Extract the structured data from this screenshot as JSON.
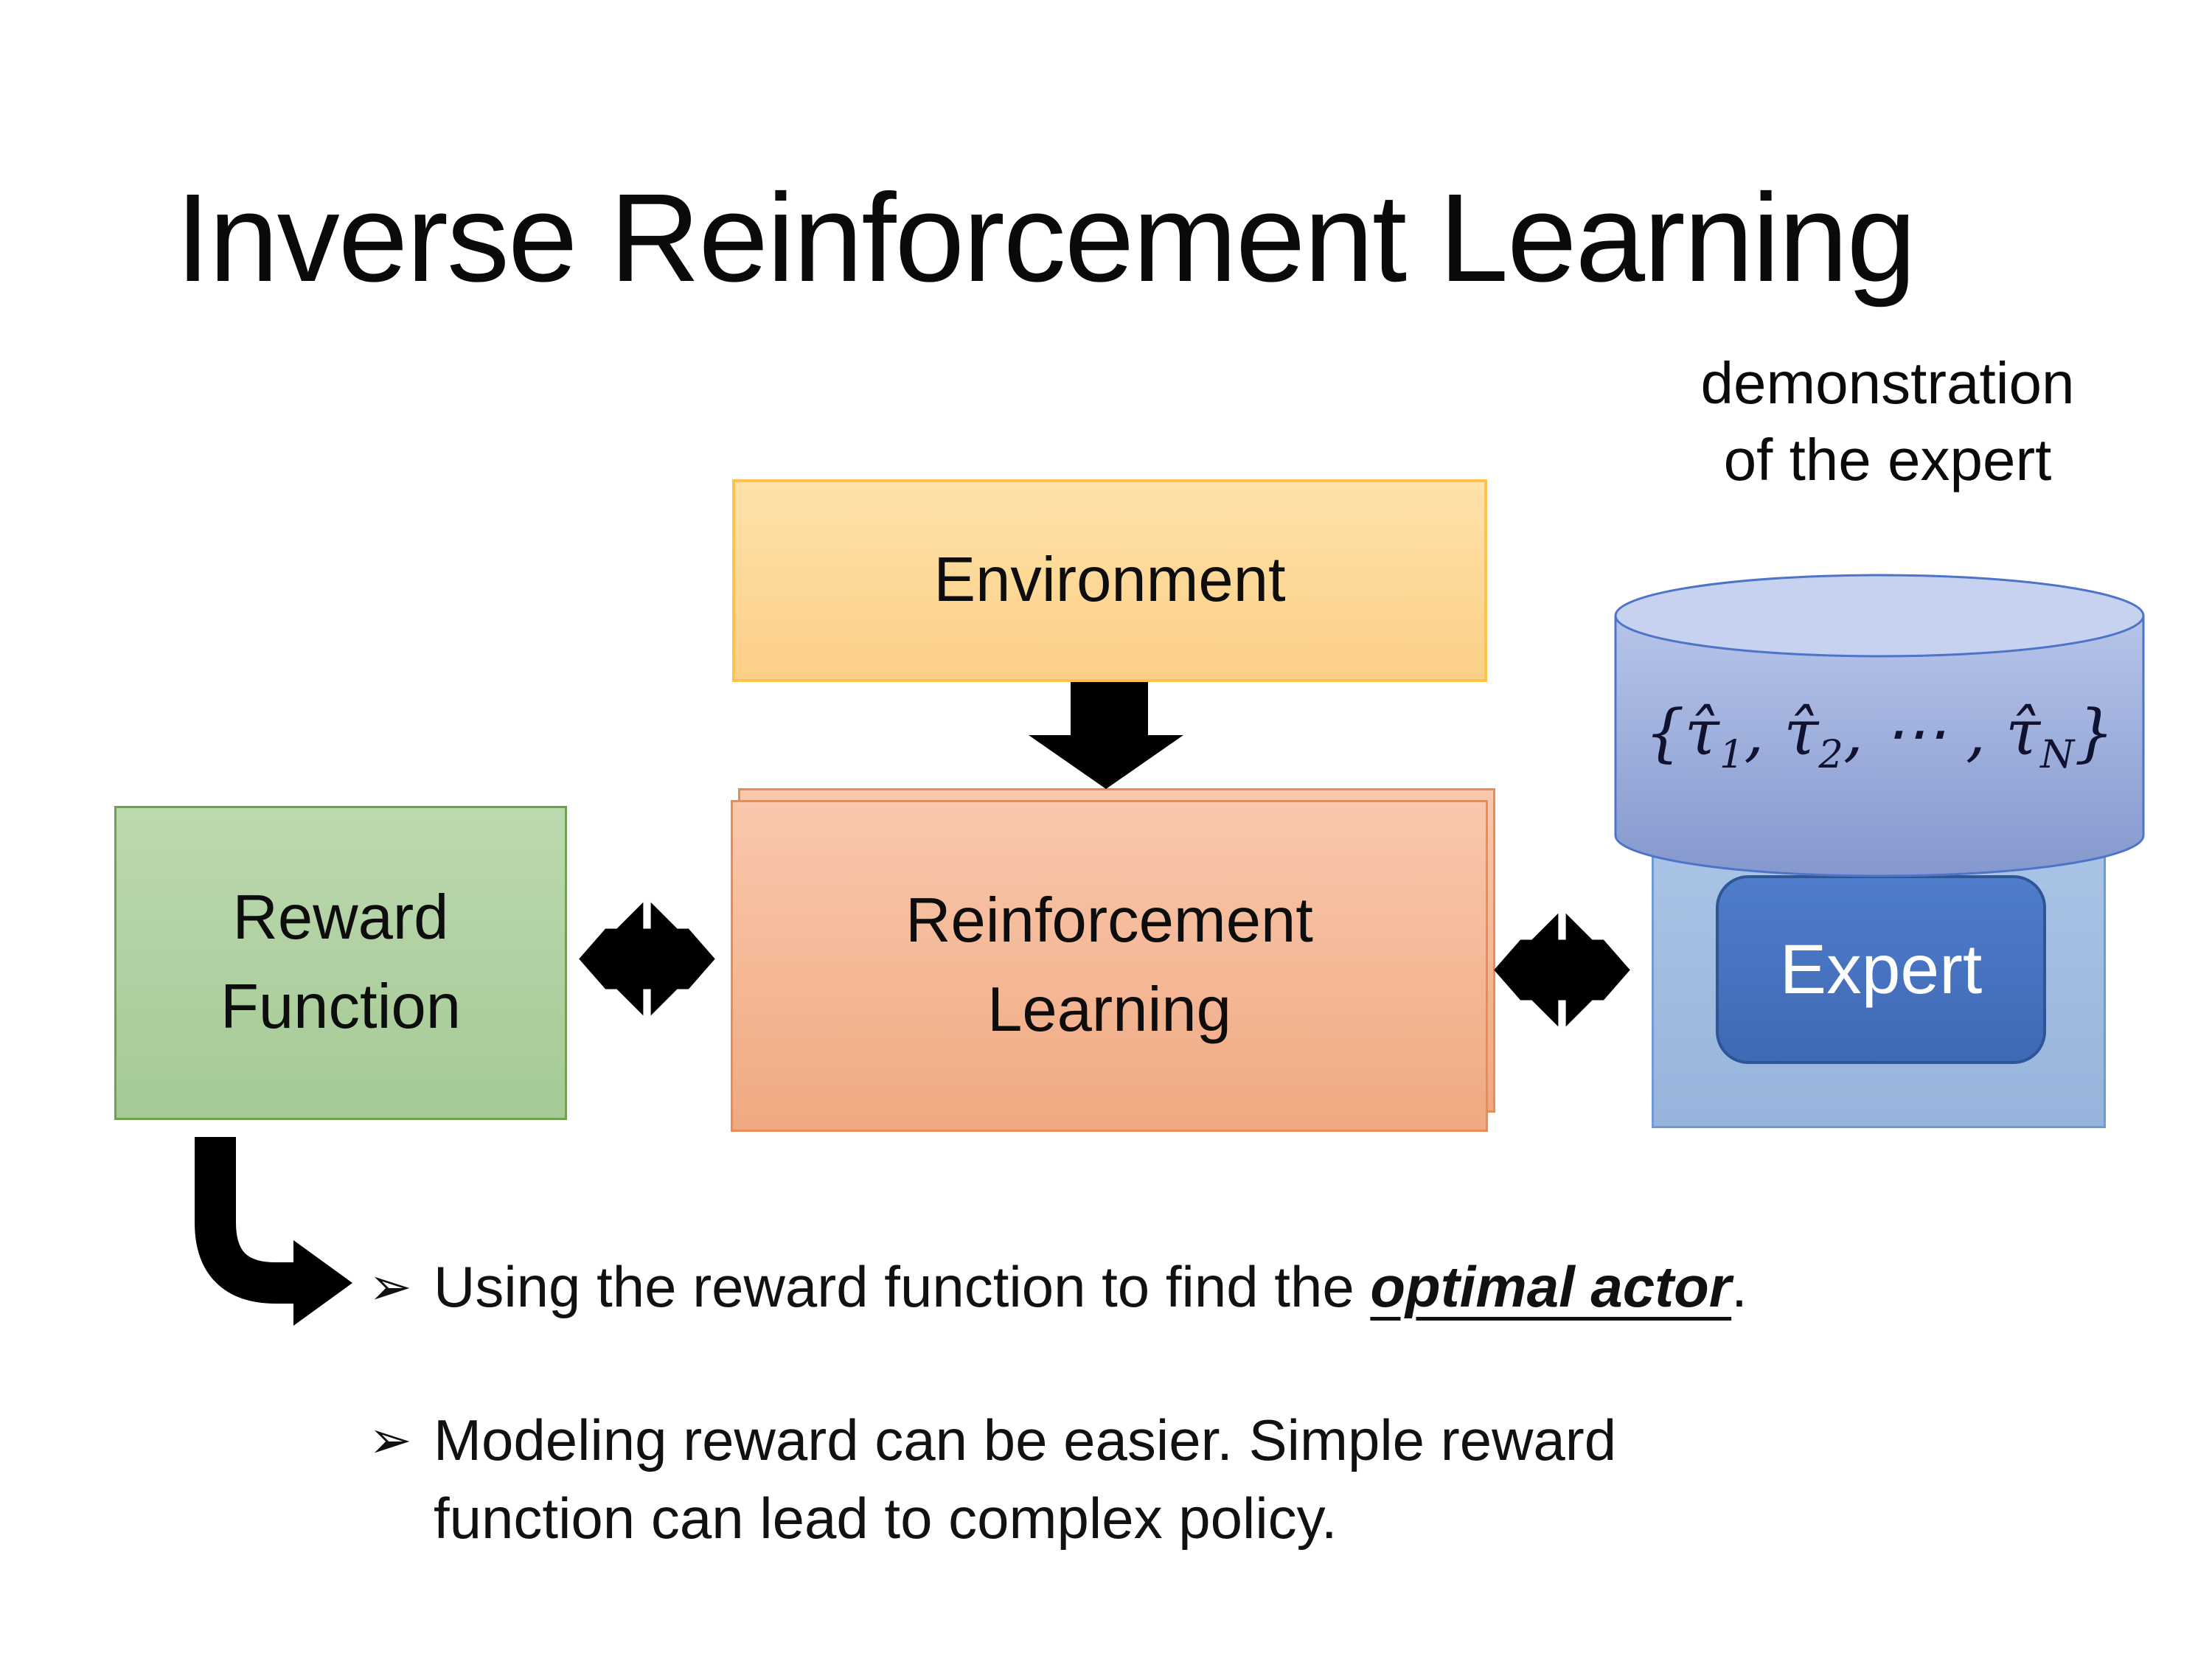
{
  "slide": {
    "title": "Inverse Reinforcement Learning",
    "demo_label": {
      "line1": "demonstration",
      "line2": "of the expert"
    },
    "boxes": {
      "environment": {
        "label": "Environment"
      },
      "reward": {
        "line1": "Reward",
        "line2": "Function"
      },
      "rl": {
        "line1": "Reinforcement",
        "line2": "Learning"
      },
      "expert": {
        "label": "Expert"
      }
    },
    "database": {
      "open": "{",
      "tau1": "τ̂",
      "sub1": "1",
      "sep1": ", ",
      "tau2": "τ̂",
      "sub2": "2",
      "sep2": ", ",
      "dots": "⋯",
      "sep3": " , ",
      "tauN": "τ̂",
      "subN": "N",
      "close": "}"
    },
    "bullets": {
      "marker": "➢",
      "b1_pre": "Using the reward function to find the ",
      "b1_emphasis": "optimal actor",
      "b1_post": ".",
      "b2_line1": "Modeling reward can be easier. Simple reward",
      "b2_line2": "function can lead to complex policy."
    },
    "colors": {
      "env_fill_top": "#FFE2A9",
      "env_fill_bottom": "#FBCF86",
      "env_border": "#FFC34D",
      "reward_fill_top": "#BCD8AF",
      "reward_fill_bottom": "#A5CA95",
      "reward_border": "#6FA150",
      "rl_fill_top": "#F9C8AC",
      "rl_fill_bottom": "#F0A982",
      "rl_border": "#E98C55",
      "expert_container_top": "#ABC6E7",
      "expert_container_bottom": "#97B4DC",
      "expert_container_border": "#6E9BD4",
      "expert_fill": "#4472C4",
      "expert_border": "#2E5596",
      "cylinder_top_face": "#C7D1F0",
      "cylinder_body_top": "#B7C5EA",
      "cylinder_body_bottom": "#8598CE",
      "cylinder_border": "#4E74C9",
      "arrow_color": "#000000"
    }
  }
}
